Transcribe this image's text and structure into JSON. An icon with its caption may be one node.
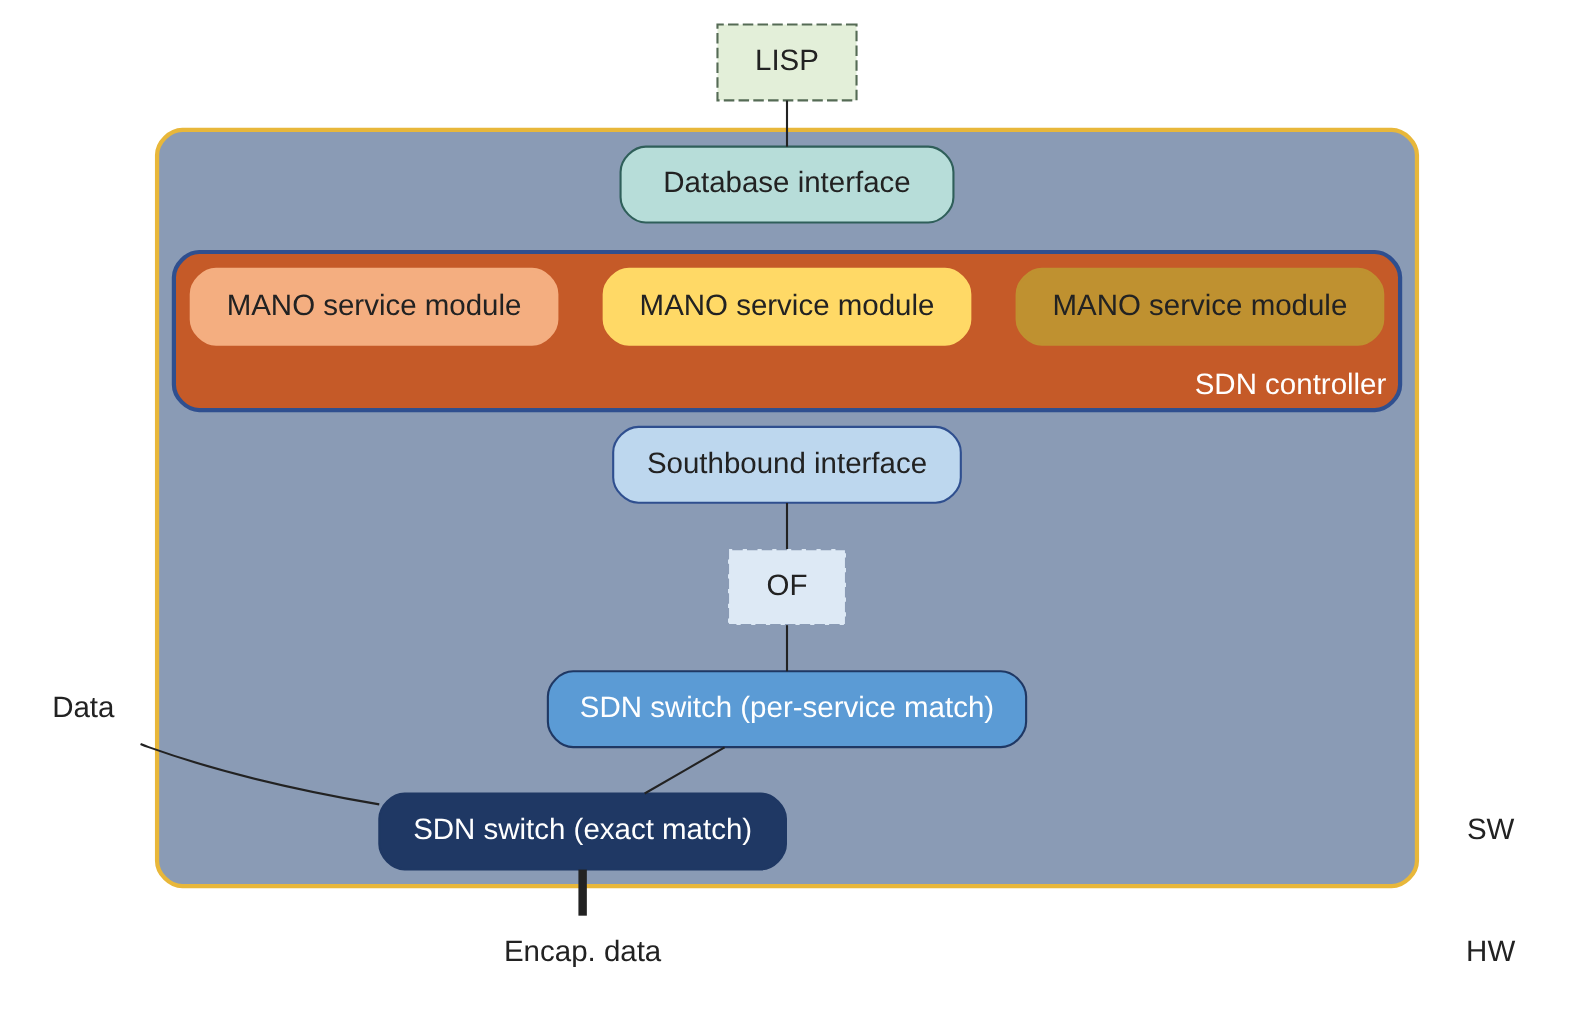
{
  "diagram": {
    "nodes": [
      {
        "text": [],
        "shape": "box"
      },
      {
        "text": [
          "LISP"
        ]
      },
      {
        "text": [
          "SDN controller"
        ],
        "in": 0
      },
      {
        "text": [
          "Database interface"
        ],
        "in": 0
      },
      {
        "text": [
          "MANO service module"
        ],
        "in": 2
      },
      {
        "text": [
          "MANO service module"
        ],
        "in": 2
      },
      {
        "text": [
          "MANO service module"
        ],
        "in": 2
      },
      {
        "text": [
          "Southbound interface"
        ],
        "in": 0
      },
      {
        "text": [
          "OF"
        ],
        "in": 0
      },
      {
        "text": [
          "SDN switch (per-service match)"
        ],
        "in": 0
      },
      {
        "text": [
          "SDN switch (exact match)"
        ],
        "in": 0
      },
      {
        "text": [
          "Data"
        ]
      },
      {
        "text": [
          "Encap. data"
        ]
      }
    ],
    "edges": [
      {
        "from": 1,
        "to": 3,
        "arrow": "none"
      },
      {
        "from": 7,
        "to": 8,
        "arrow": "none"
      },
      {
        "from": 8,
        "to": 9,
        "arrow": "none"
      },
      {
        "from": 9,
        "to": 10,
        "arrow": "none"
      },
      {
        "from": 11,
        "to": 10,
        "arrow": "none"
      },
      {
        "from": 10,
        "to": 12,
        "arrow": "none",
        "style": "thick"
      }
    ],
    "labels": [
      "SW",
      "HW"
    ]
  }
}
